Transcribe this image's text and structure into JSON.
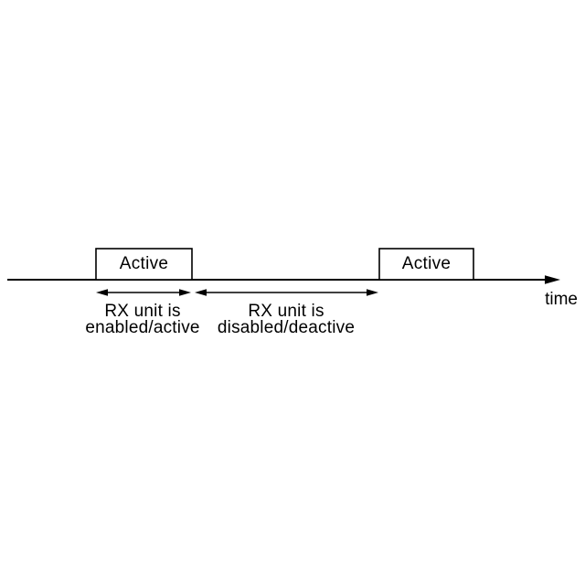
{
  "diagram": {
    "boxes": [
      {
        "label": "Active"
      },
      {
        "label": "Active"
      }
    ],
    "axis_label": "time",
    "intervals": [
      {
        "line1": "RX unit is",
        "line2": "enabled/active"
      },
      {
        "line1": "RX unit is",
        "line2": "disabled/deactive"
      }
    ]
  },
  "colors": {
    "ink": "#000000",
    "background": "#ffffff"
  }
}
